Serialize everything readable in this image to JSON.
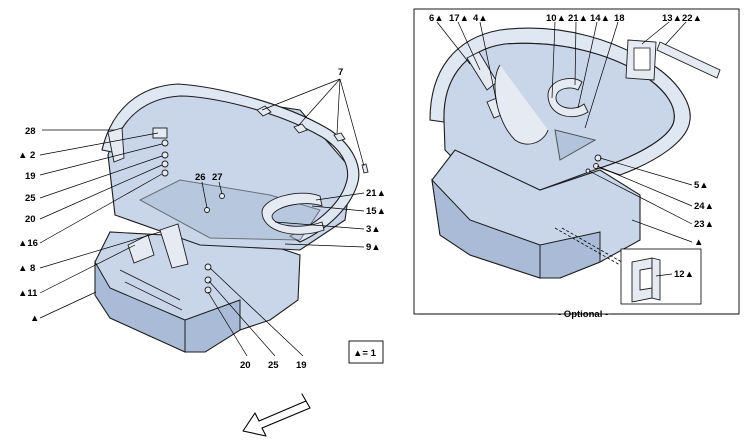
{
  "labels_main_left": [
    {
      "key": "l28",
      "text": "28"
    },
    {
      "key": "l2",
      "text": "▲ 2"
    },
    {
      "key": "l19a",
      "text": "19"
    },
    {
      "key": "l25a",
      "text": "25"
    },
    {
      "key": "l20a",
      "text": "20"
    },
    {
      "key": "l16",
      "text": "▲16"
    },
    {
      "key": "l8",
      "text": "▲ 8"
    },
    {
      "key": "l11",
      "text": "▲11"
    },
    {
      "key": "ltri",
      "text": "▲"
    }
  ],
  "labels_main_top": [
    {
      "key": "l7",
      "text": "7"
    },
    {
      "key": "l26",
      "text": "26"
    },
    {
      "key": "l27",
      "text": "27"
    }
  ],
  "labels_main_right": [
    {
      "key": "l21a",
      "text": "21▲"
    },
    {
      "key": "l15",
      "text": "15▲"
    },
    {
      "key": "l3",
      "text": "3▲"
    },
    {
      "key": "l9",
      "text": "9▲"
    }
  ],
  "labels_main_bottom": [
    {
      "key": "l20b",
      "text": "20"
    },
    {
      "key": "l25b",
      "text": "25"
    },
    {
      "key": "l19b",
      "text": "19"
    }
  ],
  "legend": {
    "text": "▲= 1"
  },
  "labels_inset_top": [
    {
      "key": "i6",
      "text": "6▲"
    },
    {
      "key": "i17",
      "text": "17▲"
    },
    {
      "key": "i4",
      "text": "4▲"
    },
    {
      "key": "i10",
      "text": "10▲"
    },
    {
      "key": "i21",
      "text": "21▲"
    },
    {
      "key": "i14",
      "text": "14▲"
    },
    {
      "key": "i18",
      "text": "18"
    },
    {
      "key": "i13",
      "text": "13▲"
    },
    {
      "key": "i22",
      "text": "22▲"
    }
  ],
  "labels_inset_right": [
    {
      "key": "i5",
      "text": "5▲"
    },
    {
      "key": "i24",
      "text": "24▲"
    },
    {
      "key": "i23",
      "text": "23▲"
    },
    {
      "key": "itri",
      "text": "▲"
    },
    {
      "key": "i12",
      "text": "12▲"
    }
  ],
  "inset_caption": {
    "text": "- Optional -"
  }
}
